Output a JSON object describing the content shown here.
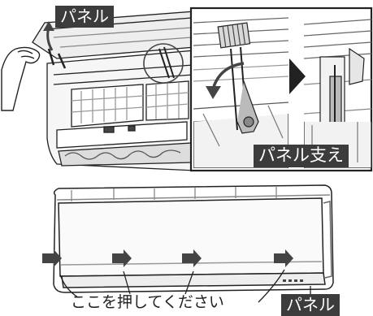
{
  "labels": {
    "panel_top": "パネル",
    "panel_support": "パネル支え",
    "press_here": "ここを押してください",
    "panel_bottom": "パネル"
  }
}
